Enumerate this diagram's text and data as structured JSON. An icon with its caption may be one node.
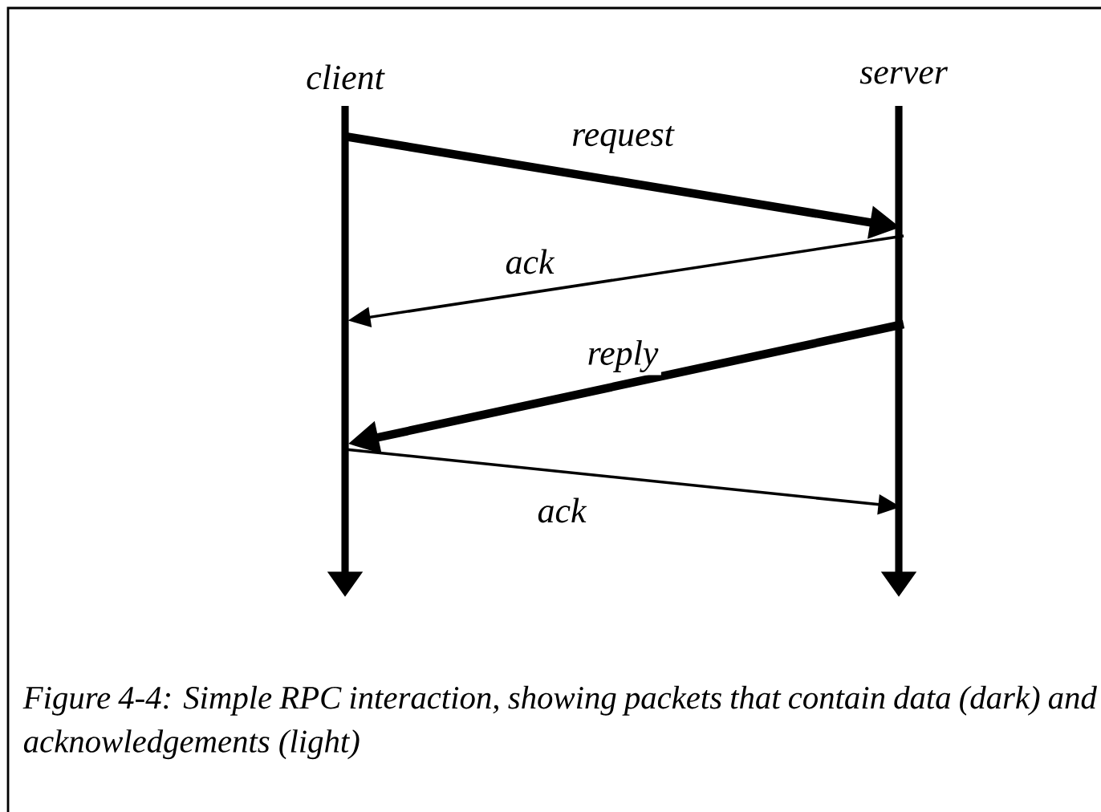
{
  "diagram": {
    "caption": "Figure 4-4: Simple RPC interaction, showing packets that contain data (dark) and acknowledgements (light)",
    "nodes": [
      {
        "text": [
          "client"
        ]
      },
      {
        "text": [
          "server"
        ]
      }
    ],
    "edges": [
      {
        "from": 0,
        "to": 1,
        "arrow": "to",
        "label": "request",
        "style": "thick"
      },
      {
        "from": 1,
        "to": 0,
        "arrow": "to",
        "label": "ack"
      },
      {
        "from": 1,
        "to": 0,
        "arrow": "to",
        "label": "reply",
        "style": "thick"
      },
      {
        "from": 0,
        "to": 1,
        "arrow": "to",
        "label": "ack"
      }
    ]
  }
}
